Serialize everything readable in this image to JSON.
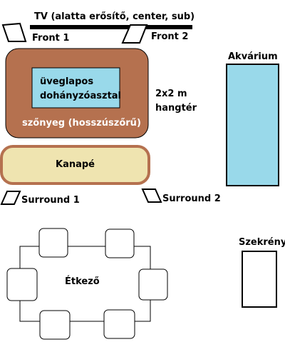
{
  "labels": {
    "tv": "TV (alatta erősítő, center, sub)",
    "front1": "Front 1",
    "front2": "Front 2",
    "aquarium": "Akvárium",
    "table_line1": "üveglapos",
    "table_line2": "dohányzóasztal",
    "room_line1": "2x2 m",
    "room_line2": "hangtér",
    "rug": "szőnyeg (hosszúszőrű)",
    "sofa": "Kanapé",
    "surround1": "Surround 1",
    "surround2": "Surround 2",
    "wardrobe": "Szekrény",
    "dining": "Étkező"
  },
  "colors": {
    "rug": "#b5714f",
    "table": "#99d9ea",
    "sofa": "#efe4b0",
    "sofa_border": "#b5714f",
    "aquarium": "#99d9ea",
    "line": "#000000"
  }
}
